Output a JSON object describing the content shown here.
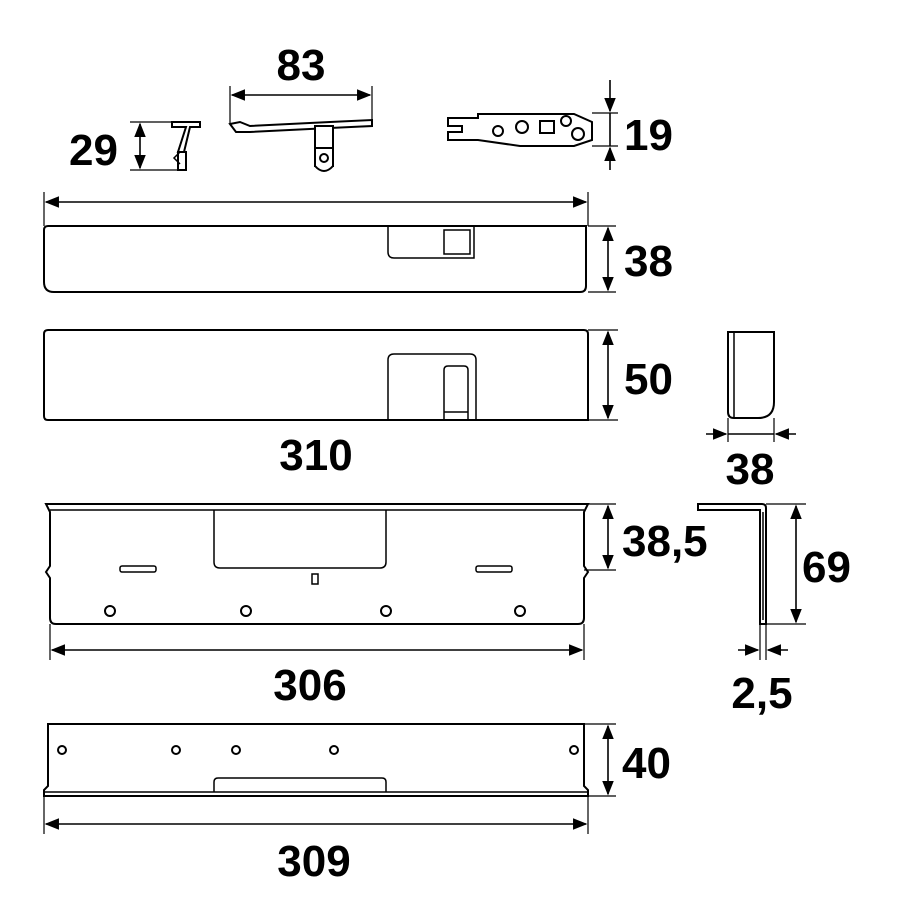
{
  "dimensions": {
    "small_part_height": "29",
    "bracket_length": "83",
    "plate_height": "19",
    "top_cover_height": "38",
    "front_cover_height": "50",
    "front_cover_length": "310",
    "side_view_depth": "38",
    "back_plate_height": "38,5",
    "back_plate_length": "306",
    "angle_height": "69",
    "angle_thickness": "2,5",
    "base_plate_height": "40",
    "base_plate_length": "309"
  },
  "colors": {
    "line": "#000000",
    "background": "#ffffff"
  }
}
